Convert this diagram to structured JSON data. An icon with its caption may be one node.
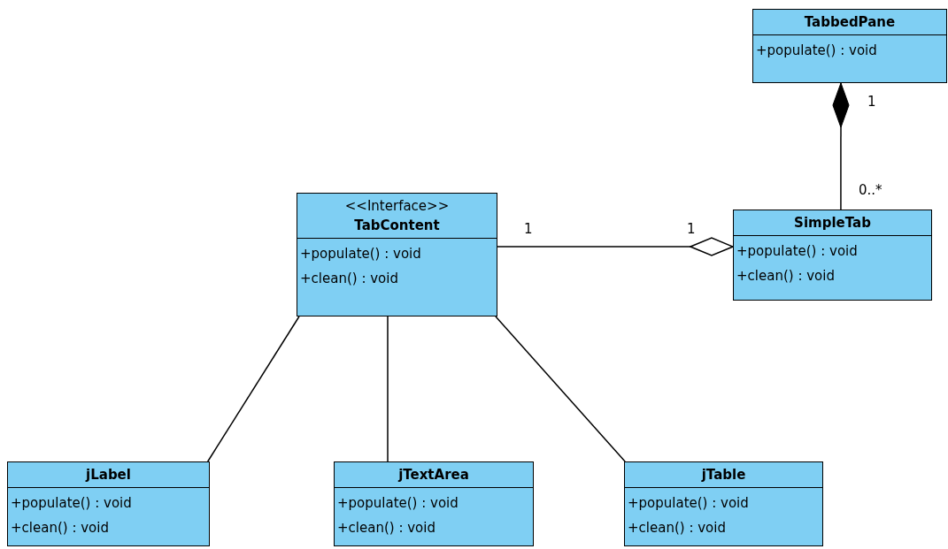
{
  "diagram": {
    "nodes": [
      {
        "text": [
          "TabbedPane",
          "+populate() : void"
        ]
      },
      {
        "text": [
          "<<Interface>>",
          "TabContent",
          "+populate() : void",
          "+clean() : void"
        ]
      },
      {
        "text": [
          "SimpleTab",
          "+populate() : void",
          "+clean() : void"
        ]
      },
      {
        "text": [
          "jLabel",
          "+populate() : void",
          "+clean() : void"
        ]
      },
      {
        "text": [
          "jTextArea",
          "+populate() : void",
          "+clean() : void"
        ]
      },
      {
        "text": [
          "jTable",
          "+populate() : void",
          "+clean() : void"
        ]
      }
    ],
    "edges": [
      {
        "from": 2,
        "to": 0,
        "arrow": "other"
      },
      {
        "from": 1,
        "to": 2,
        "arrow": "other"
      },
      {
        "from": 3,
        "to": 1,
        "arrow": "none"
      },
      {
        "from": 4,
        "to": 1,
        "arrow": "none"
      },
      {
        "from": 5,
        "to": 1,
        "arrow": "none"
      }
    ],
    "labels": [
      "1",
      "0..*",
      "1",
      "1"
    ]
  }
}
